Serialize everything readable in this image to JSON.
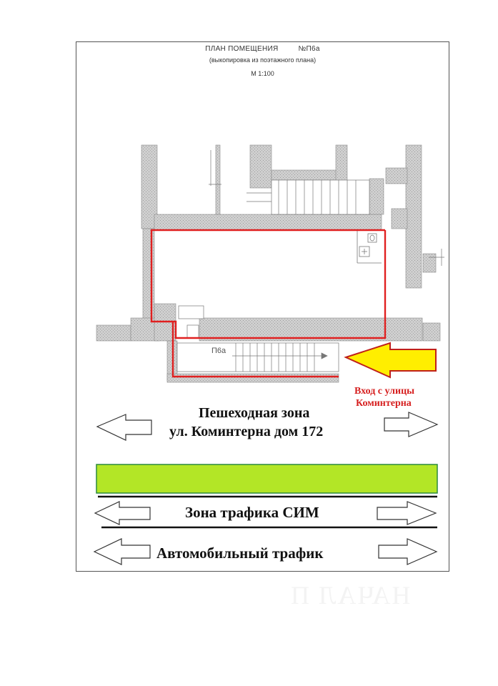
{
  "header": {
    "title": "ПЛАН ПОМЕЩЕНИЯ",
    "number": "№П6а",
    "subtitle": "(выкопировка  из поэтажного плана)",
    "scale": "М 1:100"
  },
  "plan": {
    "room_label": "П6а"
  },
  "entry_note": {
    "line1": "Вход с улицы",
    "line2": "Коминтерна"
  },
  "zones": {
    "pedestrian_line1": "Пешеходная зона",
    "pedestrian_line2": "ул. Коминтерна дом 172",
    "sim_traffic": "Зона трафика СИМ",
    "auto_traffic": "Автомобильный трафик"
  },
  "colors": {
    "outline_red": "#e02020",
    "entry_arrow": "#ffee00",
    "green_strip": "#b3e626",
    "wall_gray": "#c8c8c8",
    "text_red": "#d62020"
  }
}
